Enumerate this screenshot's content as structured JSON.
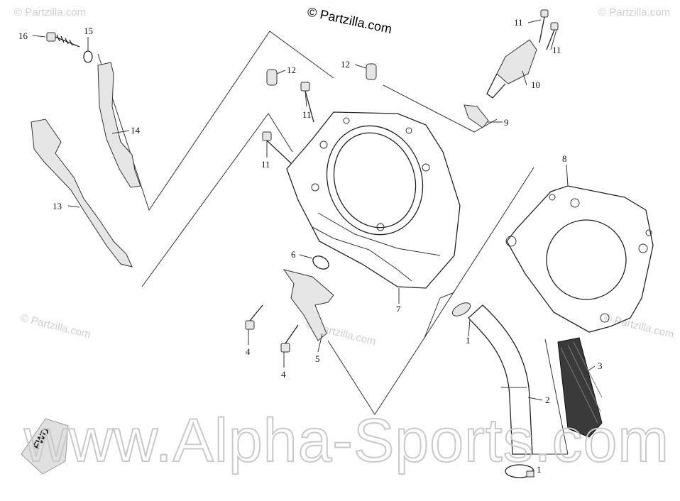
{
  "watermarks": {
    "top_center": "© Partzilla.com",
    "faint": "© Partzilla.com",
    "banner": "www.Alpha-Sports.com"
  },
  "fwd_label": "FWD",
  "callouts": [
    {
      "id": "c16",
      "text": "16"
    },
    {
      "id": "c15",
      "text": "15"
    },
    {
      "id": "c14",
      "text": "14"
    },
    {
      "id": "c13",
      "text": "13"
    },
    {
      "id": "c12a",
      "text": "12"
    },
    {
      "id": "c12b",
      "text": "12"
    },
    {
      "id": "c11a",
      "text": "11"
    },
    {
      "id": "c11b",
      "text": "11"
    },
    {
      "id": "c11c",
      "text": "11"
    },
    {
      "id": "c11d",
      "text": "11"
    },
    {
      "id": "c10",
      "text": "10"
    },
    {
      "id": "c9",
      "text": "9"
    },
    {
      "id": "c8",
      "text": "8"
    },
    {
      "id": "c7",
      "text": "7"
    },
    {
      "id": "c6",
      "text": "6"
    },
    {
      "id": "c5",
      "text": "5"
    },
    {
      "id": "c4a",
      "text": "4"
    },
    {
      "id": "c4b",
      "text": "4"
    },
    {
      "id": "c3",
      "text": "3"
    },
    {
      "id": "c2",
      "text": "2"
    },
    {
      "id": "c1a",
      "text": "1"
    },
    {
      "id": "c1b",
      "text": "1"
    }
  ]
}
